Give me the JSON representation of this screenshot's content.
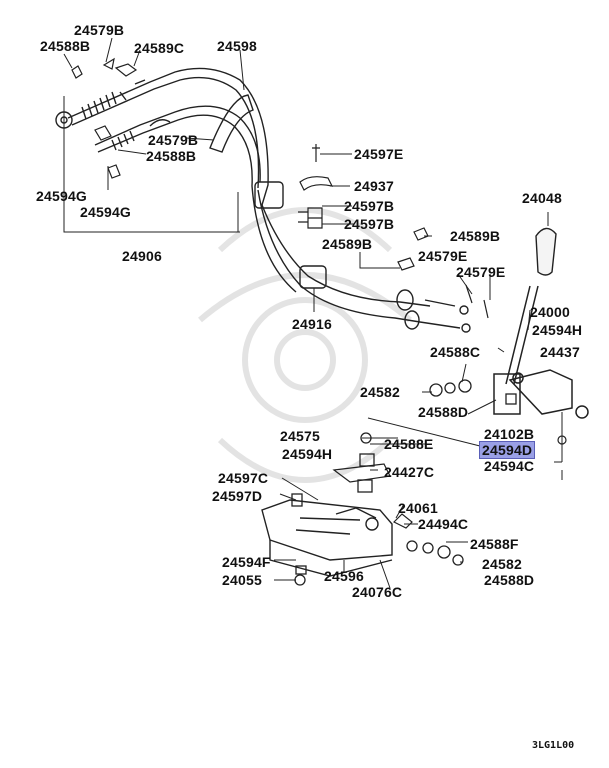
{
  "labels": {
    "l24579B_a": "24579B",
    "l24588B_a": "24588B",
    "l24589C": "24589C",
    "l24598": "24598",
    "l24579B_b": "24579B",
    "l24588B_b": "24588B",
    "l24594G_a": "24594G",
    "l24594G_b": "24594G",
    "l24906": "24906",
    "l24597E": "24597E",
    "l24937": "24937",
    "l24597B_a": "24597B",
    "l24597B_b": "24597B",
    "l24589B_a": "24589B",
    "l24589B_b": "24589B",
    "l24579E_a": "24579E",
    "l24579E_b": "24579E",
    "l24048": "24048",
    "l24916": "24916",
    "l24000": "24000",
    "l24594H_a": "24594H",
    "l24588C": "24588C",
    "l24437": "24437",
    "l24582_a": "24582",
    "l24588D_a": "24588D",
    "l24102B": "24102B",
    "l24575": "24575",
    "l24588E": "24588E",
    "l24594D": "24594D",
    "l24594H_b": "24594H",
    "l24594C": "24594C",
    "l24427C": "24427C",
    "l24597C": "24597C",
    "l24597D": "24597D",
    "l24061": "24061",
    "l24494C": "24494C",
    "l24588F": "24588F",
    "l24594F": "24594F",
    "l24582_b": "24582",
    "l24055": "24055",
    "l24596": "24596",
    "l24588D_b": "24588D",
    "l24076C": "24076C"
  },
  "diagram_code": "3LG1L00",
  "highlight_color": "#9aa0e6"
}
